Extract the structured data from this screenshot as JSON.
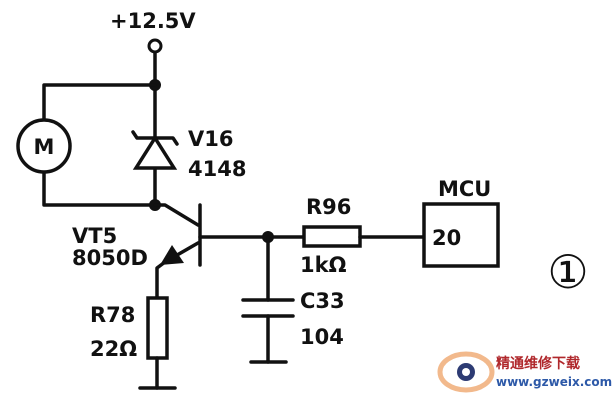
{
  "supply": {
    "label": "+12.5V"
  },
  "motor": {
    "label": "M"
  },
  "diode": {
    "ref": "V16",
    "value": "4148"
  },
  "transistor": {
    "ref": "VT5",
    "value": "8050D"
  },
  "resistor_base": {
    "ref": "R96",
    "value": "1kΩ"
  },
  "capacitor": {
    "ref": "C33",
    "value": "104"
  },
  "resistor_emitter": {
    "ref": "R78",
    "value": "22Ω"
  },
  "mcu": {
    "label": "MCU",
    "pin": "20"
  },
  "figure_number": "①",
  "watermark": {
    "site_name": "精通维修下载",
    "url": "www.gzweix.com"
  }
}
